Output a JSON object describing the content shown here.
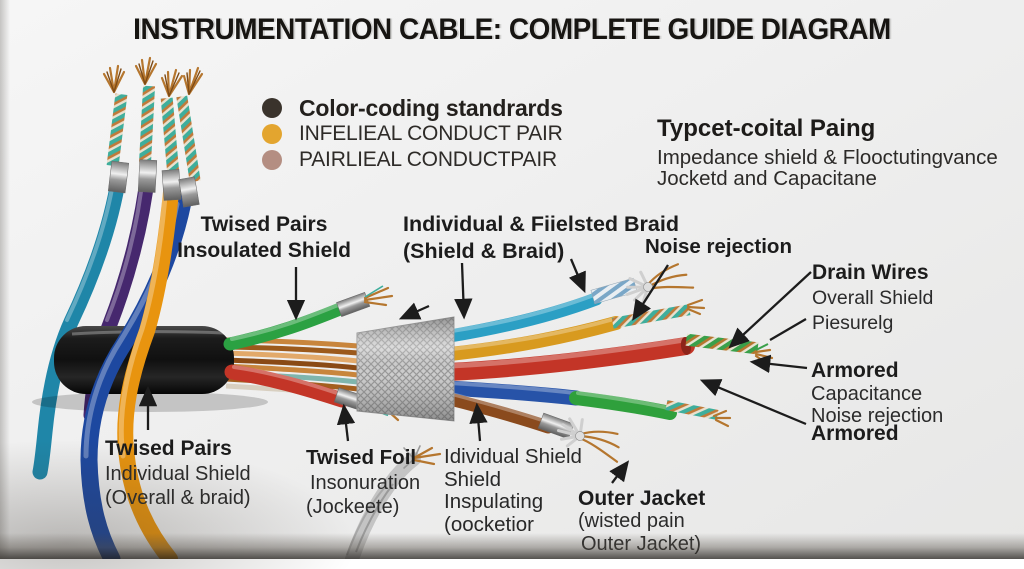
{
  "title": "INSTRUMENTATION CABLE: COMPLETE GUIDE DIAGRAM",
  "legend": {
    "items": [
      {
        "label": "Color-coding standrards",
        "color": "#3a332c"
      },
      {
        "label": "INFELIEAL CONDUCT PAIR",
        "color": "#e3a52f"
      },
      {
        "label": "PAIRLIEAL CONDUCTPAIR",
        "color": "#b48e82"
      }
    ]
  },
  "info_block": {
    "heading": "Typcet-coital Paing",
    "line1": "Impedance shield & Flooctutingvance",
    "line2": "Jocketd and Capacitane"
  },
  "labels": {
    "twisted_pairs_top": {
      "line1": "Twised Pairs",
      "line2": "Insoulated Shield"
    },
    "individual_braid": {
      "line1": "Individual & Fiielsted Braid",
      "line2": "(Shield & Braid)"
    },
    "noise_rejection_top": "Noise rejection",
    "drain_wires": {
      "line1": "Drain Wires",
      "line2": "Overall Shield",
      "line3": "Piesurelg"
    },
    "armored_top": {
      "line1": "Armored",
      "line2": "Capacitance",
      "line3": "Noise rejection"
    },
    "armored_bottom": "Armored",
    "twisted_pairs_bottom": {
      "line1": "Twised Pairs",
      "line2": "Individual Shield",
      "line3": "(Overall & braid)"
    },
    "twisted_foil": {
      "line1": "Twised Foil",
      "line2": "Insonuration",
      "line3": "(Jockeete)"
    },
    "individual_shield_bottom": {
      "line1": "Idividual Shield",
      "line2": "Shield",
      "line3": "Inspulating",
      "line4": "(oocketior"
    },
    "outer_jacket": {
      "line1": "Outer Jacket",
      "line2": "(wisted pain",
      "line3": "Outer Jacket)"
    }
  },
  "colors": {
    "ink": "#1c1c1c",
    "teal": "#2b9fc4",
    "teal_dark": "#1f86a8",
    "purple": "#46286e",
    "orange": "#e8940f",
    "blue_dark": "#1d48a0",
    "blue": "#2753a8",
    "green": "#2fa03c",
    "green2": "#2ba142",
    "red": "#c33527",
    "amber": "#d89a1f",
    "brown": "#8a4a1d",
    "copper": "#b5762e",
    "silver": "#c4c4c4",
    "jacket": "#141414"
  }
}
